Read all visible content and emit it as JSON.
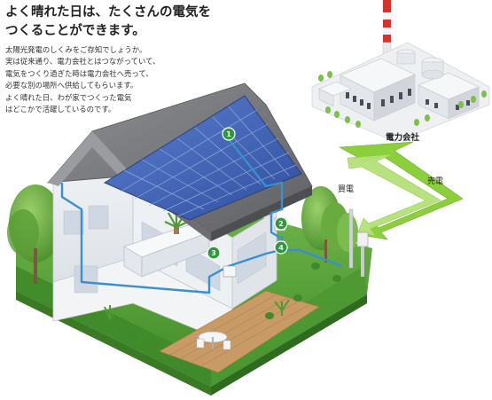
{
  "headline": {
    "line1": "よく晴れた日は、たくさんの電気を",
    "line2": "つくることができます。"
  },
  "description": {
    "lines": [
      "太陽光発電のしくみをご存知でしょうか。",
      "実は従来通り、電力会社とはつながっていて、",
      "電気をつくり過ぎた時は電力会社へ売って、",
      "必要な別の場所へ供給してもらいます。",
      "よく晴れた日、わが家でつくった電気",
      "はどこかで活躍しているのです。"
    ]
  },
  "power_company": {
    "label": "電力会社"
  },
  "flow": {
    "sell_label": "売電",
    "buy_label": "買電"
  },
  "markers": [
    "1",
    "2",
    "3",
    "4"
  ],
  "colors": {
    "marker_green": "#2e9a3a",
    "arrow_green": "#8ccf3c",
    "wire_blue": "#3a8fd0",
    "panel_blue": "#3f63b8",
    "roof_gray": "#7a7c80",
    "lawn_green": "#4f9a33"
  }
}
